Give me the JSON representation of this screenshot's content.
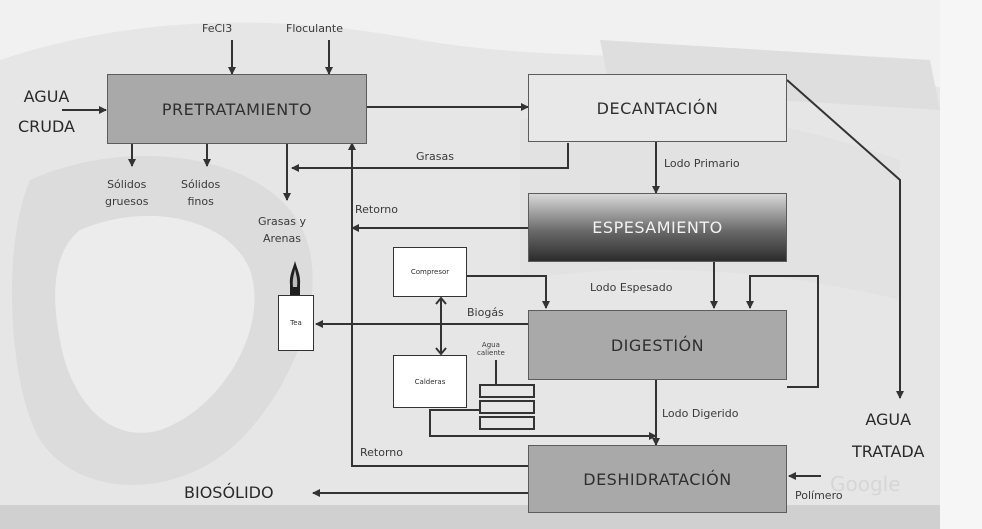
{
  "nodes": {
    "pretratamiento": "PRETRATAMIENTO",
    "decantacion": "DECANTACIÓN",
    "espesamiento": "ESPESAMIENTO",
    "digestion": "DIGESTIÓN",
    "deshidratacion": "DESHIDRATACIÓN",
    "compresor": "Compresor",
    "calderas": "Calderas",
    "tea": "Tea"
  },
  "inputs": {
    "fecl3": "FeCl3",
    "floculante": "Floculante",
    "agua_cruda": "AGUA\nCRUDA",
    "polimero": "Polímero"
  },
  "outputs": {
    "solidos_gruesos": "Sólidos\ngruesos",
    "solidos_finos": "Sólidos\nfinos",
    "grasas_arenas": "Grasas y\nArenas",
    "agua_tratada": "AGUA\nTRATADA",
    "biosolido": "BIOSÓLIDO"
  },
  "flows": {
    "grasas": "Grasas",
    "retorno_top": "Retorno",
    "retorno_bottom": "Retorno",
    "lodo_primario": "Lodo Primario",
    "lodo_espesado": "Lodo Espesado",
    "biogas": "Biogás",
    "agua_caliente": "Agua\ncaliente",
    "lodo_digerido": "Lodo Digerido"
  },
  "watermark": "Google",
  "colors": {
    "arrow": "#333333",
    "box_gray": "#a9a9a9",
    "box_light": "#e8e8e8"
  }
}
